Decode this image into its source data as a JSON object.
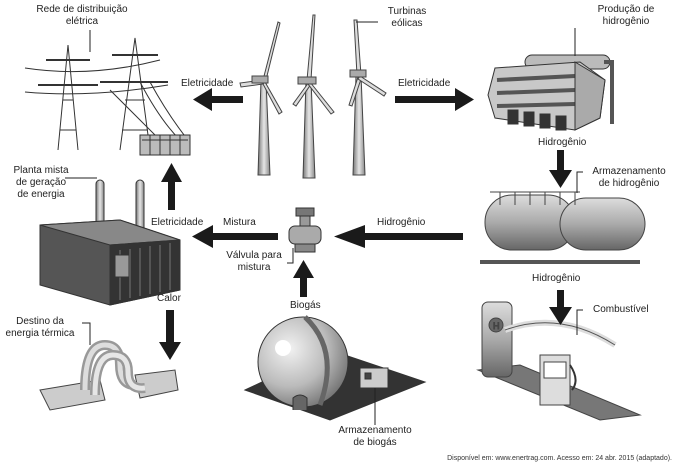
{
  "diagram": {
    "labels": {
      "grid": "Rede de distribuição\nelétrica",
      "turbines": "Turbinas\neólicas",
      "h2_production": "Produção de\nhidrogênio",
      "h2_storage": "Armazenamento\nde hidrogênio",
      "combined_plant": "Planta mista\nde geração\nde energia",
      "valve": "Válvula para\nmistura",
      "thermal": "Destino da\nenergia térmica",
      "biogas_storage": "Armazenamento\nde biogás",
      "fuel": "Combustível"
    },
    "flows": {
      "turbine_to_grid": "Eletricidade",
      "turbine_to_h2": "Eletricidade",
      "h2_prod_to_storage": "Hidrogênio",
      "storage_to_valve": "Hidrogênio",
      "storage_to_fuel": "Hidrogênio",
      "valve_to_plant": "Mistura",
      "plant_to_grid": "Eletricidade",
      "plant_to_thermal": "Calor",
      "biogas_to_valve": "Biogás"
    },
    "source": "Disponível em: www.enertrag.com. Acesso em: 24 abr. 2015 (adaptado)."
  }
}
